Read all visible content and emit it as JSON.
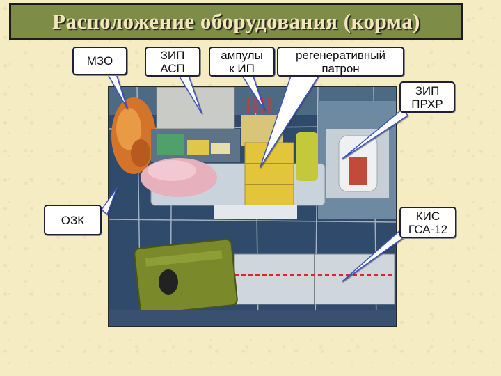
{
  "title": "Расположение оборудования (корма)",
  "labels": {
    "mzo": "МЗО",
    "zip_asp": "ЗИП\nАСП",
    "ampuly": "ампулы\nк ИП",
    "patron": "регенеративный\nпатрон",
    "zip_prhr": "ЗИП\nПРХР",
    "ozk": "ОЗК",
    "kis": "КИС\nГСА-12"
  },
  "colors": {
    "title_bg": "#7d8c46",
    "title_text": "#f3e6b8",
    "page_bg": "#f6ecc4",
    "callout_line": "#3a55c8"
  }
}
